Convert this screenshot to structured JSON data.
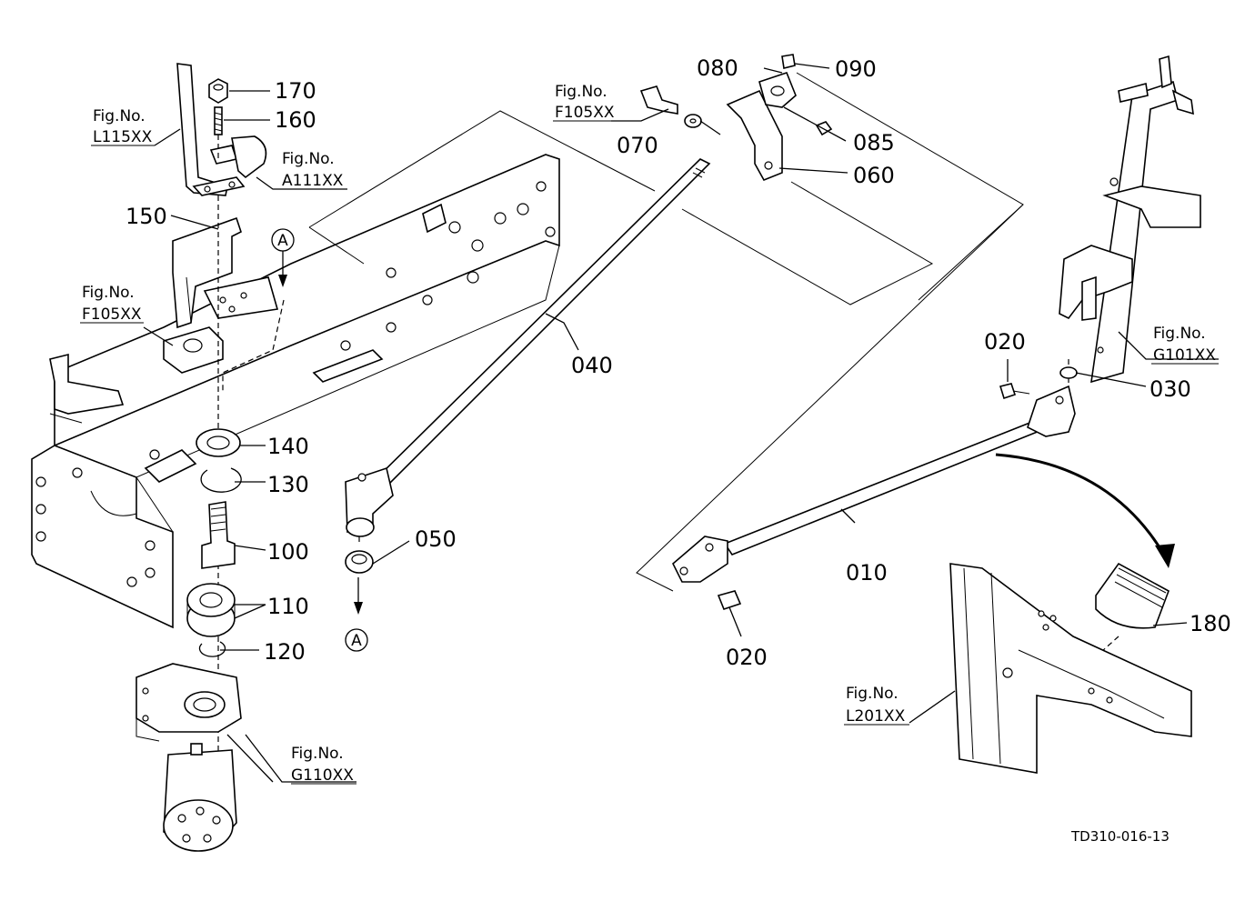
{
  "parts": {
    "p010": "010",
    "p020a": "020",
    "p020b": "020",
    "p030": "030",
    "p040": "040",
    "p050": "050",
    "p060": "060",
    "p070": "070",
    "p080": "080",
    "p085": "085",
    "p090": "090",
    "p100": "100",
    "p110": "110",
    "p120": "120",
    "p130": "130",
    "p140": "140",
    "p150": "150",
    "p160": "160",
    "p170": "170",
    "p180": "180"
  },
  "figrefs": {
    "label": "Fig.No.",
    "l115": "L115XX",
    "a111": "A111XX",
    "f105_left": "F105XX",
    "f105_top": "F105XX",
    "g101": "G101XX",
    "g110": "G110XX",
    "l201": "L201XX"
  },
  "markers": {
    "a_top": "A",
    "a_bottom": "A"
  },
  "drawing_code": "TD310-016-13"
}
